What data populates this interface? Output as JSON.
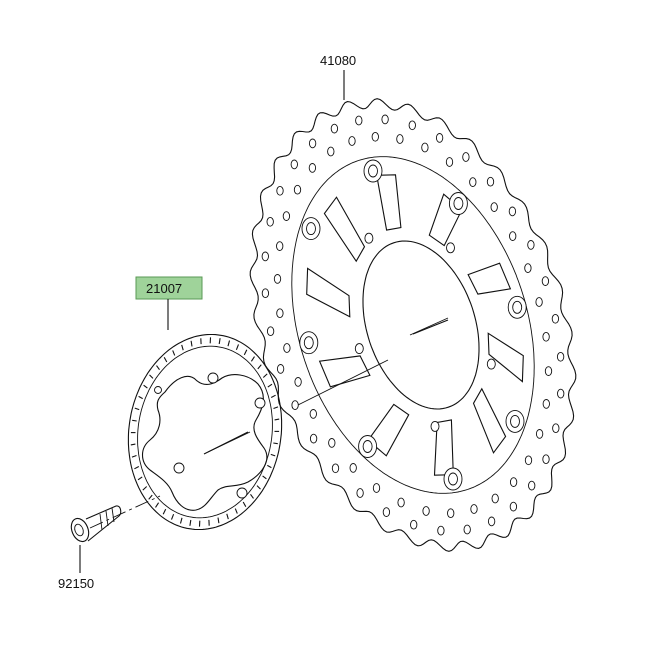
{
  "colors": {
    "line": "#111111",
    "highlight_fill": "#9fd39a",
    "highlight_border": "#5a9a55",
    "background": "#ffffff"
  },
  "parts": [
    {
      "number": "41080",
      "name": "brake-disc",
      "highlighted": false
    },
    {
      "number": "21007",
      "name": "abs-sensor-rotor",
      "highlighted": true
    },
    {
      "number": "92150",
      "name": "bolt",
      "highlighted": false
    }
  ]
}
